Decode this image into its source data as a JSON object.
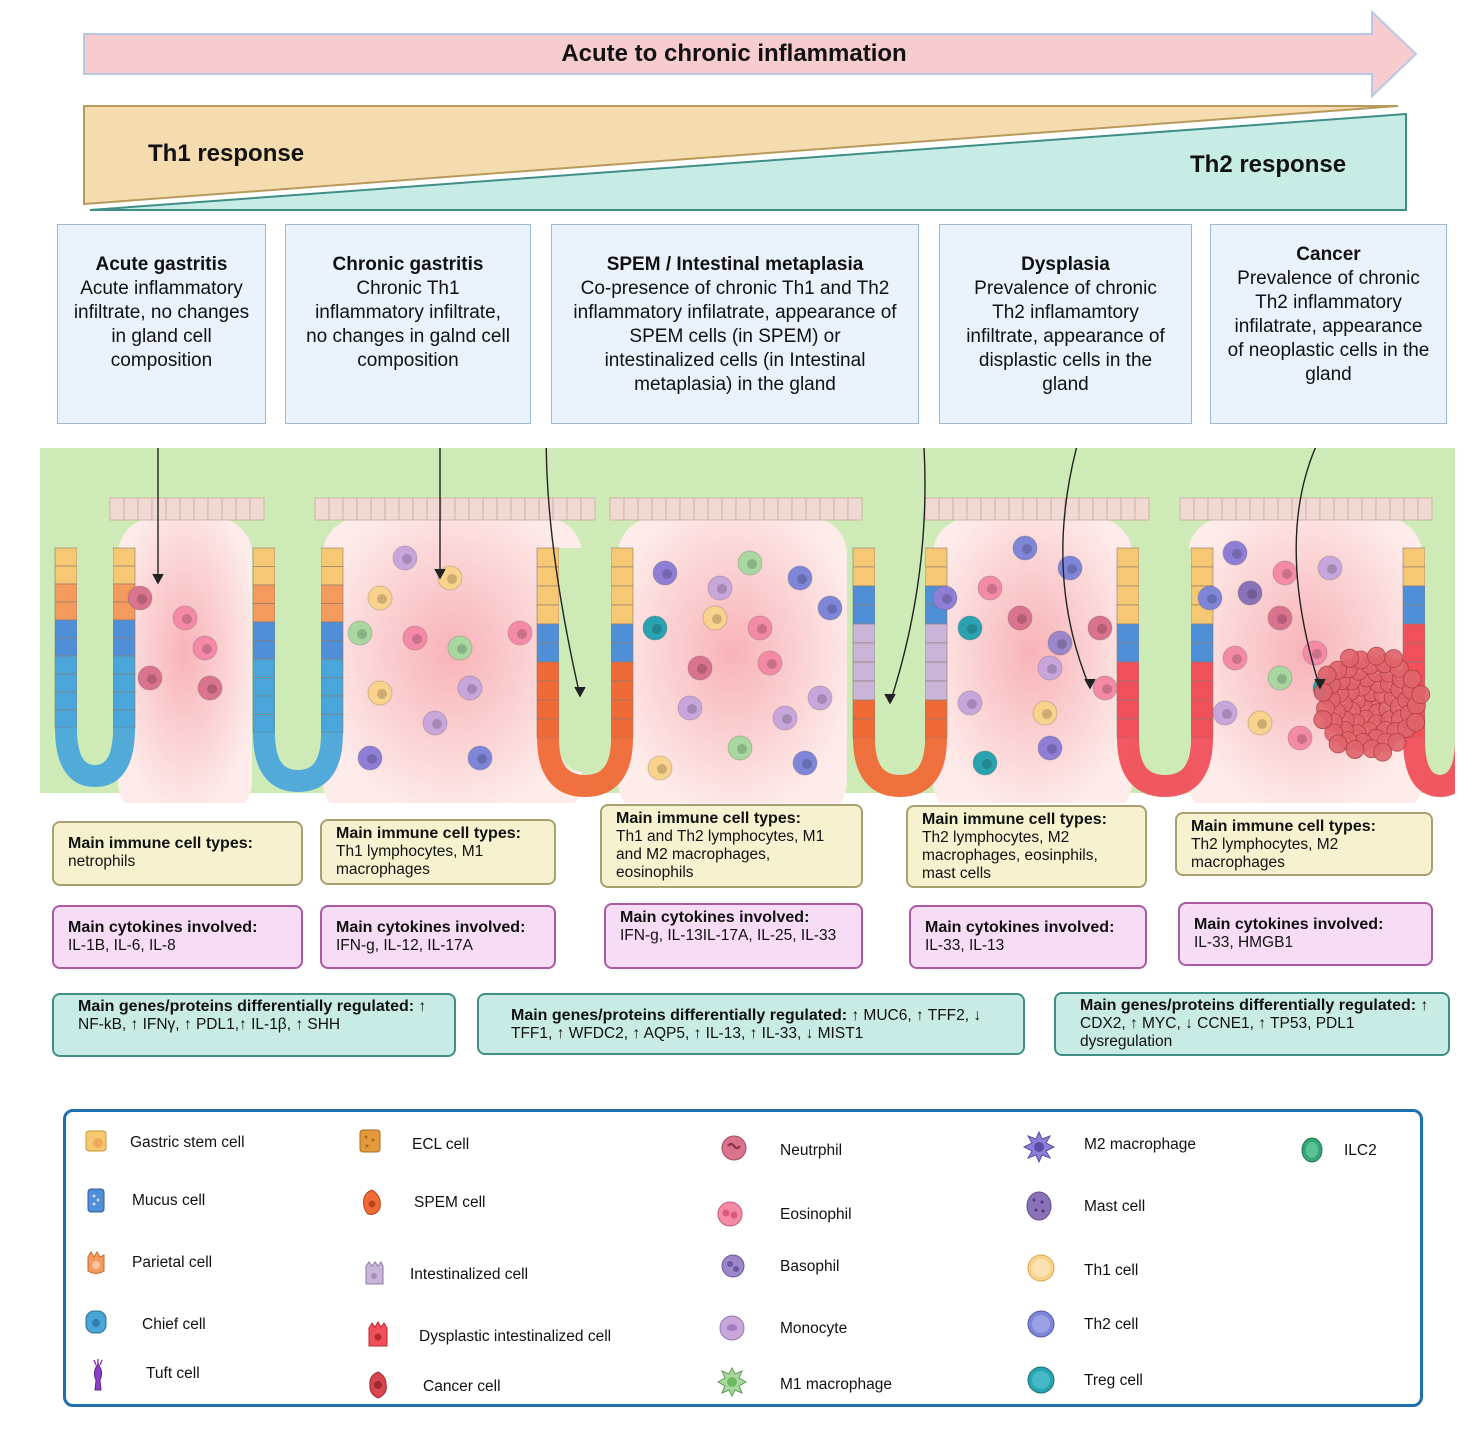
{
  "header": {
    "arrow_title": "Acute to chronic inflammation",
    "th1_label": "Th1 response",
    "th2_label": "Th2 response"
  },
  "colors": {
    "arrow_fill": "#f7cccf",
    "th1_fill": "#f4dcae",
    "th2_fill": "#c7ece6",
    "tissue_green": "#cdeab7",
    "stage_box": "#eaf2fb"
  },
  "stages": [
    {
      "title": "Acute gastritis",
      "desc": "Acute inflammatory infiltrate, no changes in gland cell composition"
    },
    {
      "title": "Chronic gastritis",
      "desc": "Chronic Th1 inflammatory infiltrate, no changes in galnd cell composition"
    },
    {
      "title": "SPEM / Intestinal metaplasia",
      "desc": "Co-presence of chronic Th1 and Th2 inflammatory infilatrate, appearance of SPEM cells (in SPEM) or intestinalized cells (in Intestinal metaplasia) in the gland"
    },
    {
      "title": "Dysplasia",
      "desc": "Prevalence of chronic Th2 inflamamtory infiltrate, appearance of displastic cells in the gland"
    },
    {
      "title": "Cancer",
      "desc": "Prevalence of chronic Th2 inflammatory infilatrate, appearance of neoplastic cells in the gland"
    }
  ],
  "immune": {
    "label": "Main immune cell types",
    "items": [
      "netrophils",
      "Th1 lymphocytes, M1 macrophages",
      "Th1 and Th2 lymphocytes, M1 and M2 macrophages, eosinophils",
      "Th2 lymphocytes, M2 macrophages, eosinphils, mast cells",
      "Th2 lymphocytes, M2 macrophages"
    ]
  },
  "cytokines": {
    "label": "Main cytokines involved",
    "items": [
      "IL-1B, IL-6, IL-8",
      "IFN-g, IL-12, IL-17A",
      "IFN-g, IL-13IL-17A, IL-25, IL-33",
      "IL-33, IL-13",
      "IL-33, HMGB1"
    ]
  },
  "genes": {
    "label": "Main genes/proteins differentially regulated",
    "items": [
      "↑ NF-kB, ↑ IFNγ, ↑ PDL1,↑ IL-1β, ↑ SHH",
      "↑ MUC6, ↑ TFF2, ↓ TFF1, ↑ WFDC2, ↑ AQP5, ↑ IL-13, ↑ IL-33, ↓ MIST1",
      "↑ CDX2, ↑ MYC, ↓ CCNE1, ↑ TP53, PDL1 dysregulation"
    ]
  },
  "legend": [
    {
      "label": "Gastric stem cell",
      "icon": "gastric-stem-cell-icon",
      "color": "#f7c873"
    },
    {
      "label": "Mucus cell",
      "icon": "mucus-cell-icon",
      "color": "#4f8fd8"
    },
    {
      "label": "Parietal cell",
      "icon": "parietal-cell-icon",
      "color": "#f39a5c"
    },
    {
      "label": "Chief cell",
      "icon": "chief-cell-icon",
      "color": "#4aa6d8"
    },
    {
      "label": "Tuft cell",
      "icon": "tuft-cell-icon",
      "color": "#8a3fc6"
    },
    {
      "label": "ECL cell",
      "icon": "ecl-cell-icon",
      "color": "#e49a3a"
    },
    {
      "label": "SPEM cell",
      "icon": "spem-cell-icon",
      "color": "#ef6a36"
    },
    {
      "label": "Intestinalized cell",
      "icon": "intestinalized-cell-icon",
      "color": "#c9b5d8"
    },
    {
      "label": "Dysplastic intestinalized cell",
      "icon": "dysplastic-cell-icon",
      "color": "#f0505a"
    },
    {
      "label": "Cancer cell",
      "icon": "cancer-cell-icon",
      "color": "#d8454d"
    },
    {
      "label": "Neutrphil",
      "icon": "neutrophil-icon",
      "color": "#d9738e"
    },
    {
      "label": "Eosinophil",
      "icon": "eosinophil-icon",
      "color": "#f48aa6"
    },
    {
      "label": "Basophil",
      "icon": "basophil-icon",
      "color": "#9b86c9"
    },
    {
      "label": "Monocyte",
      "icon": "monocyte-icon",
      "color": "#c8a6dc"
    },
    {
      "label": "M1 macrophage",
      "icon": "m1-macrophage-icon",
      "color": "#a8d8a0"
    },
    {
      "label": "M2 macrophage",
      "icon": "m2-macrophage-icon",
      "color": "#8f7ed6"
    },
    {
      "label": "Mast cell",
      "icon": "mast-cell-icon",
      "color": "#8a72b8"
    },
    {
      "label": "Th1 cell",
      "icon": "th1-cell-icon",
      "color": "#f9d28c"
    },
    {
      "label": "Th2 cell",
      "icon": "th2-cell-icon",
      "color": "#7f86d8"
    },
    {
      "label": "Treg cell",
      "icon": "treg-cell-icon",
      "color": "#2aa3b0"
    },
    {
      "label": "ILC2",
      "icon": "ilc2-icon",
      "color": "#36a679"
    }
  ]
}
